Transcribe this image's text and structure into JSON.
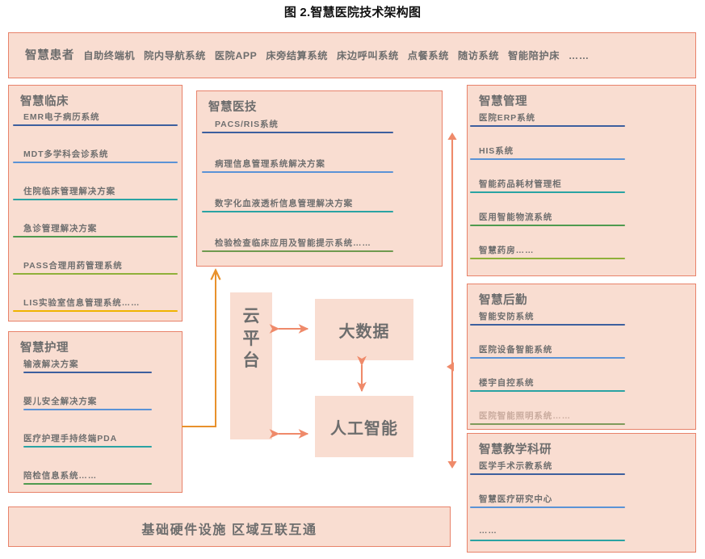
{
  "title": "图 2.智慧医院技术架构图",
  "palette": {
    "panel_fill": "#f9ddd1",
    "panel_border": "#e8826a",
    "core_fill": "#f9ddd1",
    "text": "#6d6d6d",
    "arrow_salmon": "#ef8a6a",
    "arrow_orange": "#e8912c",
    "rule_navy": "#3d5f9e",
    "rule_blue": "#5b93d6",
    "rule_teal": "#2aa3a3",
    "rule_green": "#4f9a4f",
    "rule_olive": "#8fb03a",
    "rule_yellow": "#f0b300"
  },
  "top_banner": {
    "lead": "智慧患者",
    "items": [
      "自助终端机",
      "院内导航系统",
      "医院APP",
      "床旁结算系统",
      "床边呼叫系统",
      "点餐系统",
      "随访系统",
      "智能陪护床",
      "……"
    ]
  },
  "bottom_banner": {
    "text": "基础硬件设施  区域互联互通"
  },
  "core": {
    "cloud": "云平台",
    "big_data": "大数据",
    "ai": "人工智能"
  },
  "panels": {
    "clinical": {
      "title": "智慧临床",
      "items": [
        {
          "label": "EMR电子病历系统",
          "rule": "#3d5f9e"
        },
        {
          "label": "MDT多学科会诊系统",
          "rule": "#5b93d6"
        },
        {
          "label": "住院临床管理解决方案",
          "rule": "#2aa3a3"
        },
        {
          "label": "急诊管理解决方案",
          "rule": "#4f9a4f"
        },
        {
          "label": "PASS合理用药管理系统",
          "rule": "#8fb03a"
        },
        {
          "label": "LIS实验室信息管理系统……",
          "rule": "#f0b300"
        }
      ]
    },
    "nursing": {
      "title": "智慧护理",
      "items": [
        {
          "label": "输液解决方案",
          "rule": "#3d5f9e"
        },
        {
          "label": "婴儿安全解决方案",
          "rule": "#5b93d6"
        },
        {
          "label": "医疗护理手持终端PDA",
          "rule": "#2aa3a3"
        },
        {
          "label": "陪检信息系统……",
          "rule": "#4f9a4f"
        }
      ]
    },
    "medtech": {
      "title": "智慧医技",
      "items": [
        {
          "label": "PACS/RIS系统",
          "rule": "#3d5f9e"
        },
        {
          "label": "病理信息管理系统解决方案",
          "rule": "#5b93d6"
        },
        {
          "label": "数字化血液透析信息管理解决方案",
          "rule": "#2aa3a3"
        },
        {
          "label": "检验检查临床应用及智能提示系统……",
          "rule": "#6f9a4f"
        }
      ]
    },
    "management": {
      "title": "智慧管理",
      "items": [
        {
          "label": "医院ERP系统",
          "rule": "#3d5f9e"
        },
        {
          "label": "HIS系统",
          "rule": "#5b93d6"
        },
        {
          "label": "智能药品耗材管理柜",
          "rule": "#2aa3a3"
        },
        {
          "label": "医用智能物流系统",
          "rule": "#4f9a4f"
        },
        {
          "label": "智慧药房……",
          "rule": "#8fb03a"
        }
      ]
    },
    "logistics": {
      "title": "智慧后勤",
      "items": [
        {
          "label": "智能安防系统",
          "rule": "#3d5f9e",
          "faded": false
        },
        {
          "label": "医院设备智能系统",
          "rule": "#5b93d6",
          "faded": false
        },
        {
          "label": "楼宇自控系统",
          "rule": "#2aa3a3",
          "faded": false
        },
        {
          "label": "医院智能照明系统……",
          "rule": "#7f9a5a",
          "faded": true
        }
      ]
    },
    "research": {
      "title": "智慧教学科研",
      "items": [
        {
          "label": "医学手术示教系统",
          "rule": "#3d5f9e"
        },
        {
          "label": "智慧医疗研究中心",
          "rule": "#5b93d6"
        },
        {
          "label": "……",
          "rule": "#2aa3a3"
        }
      ]
    }
  }
}
